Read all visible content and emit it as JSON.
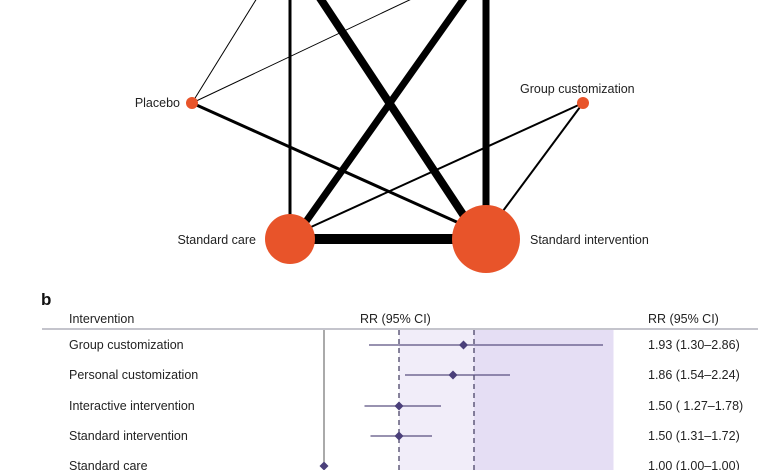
{
  "panel_b_label": "b",
  "colors": {
    "node": "#e8542a",
    "edge": "#000000",
    "marker": "#4a3f7a",
    "ci_line": "#5a5080",
    "shade_light": "#f1edf9",
    "shade_dark": "#e5def4",
    "axis": "#555555"
  },
  "chart_data": [
    {
      "type": "network",
      "title": "",
      "nodes": [
        {
          "id": "placebo",
          "label": "Placebo",
          "size": "small"
        },
        {
          "id": "group",
          "label": "Group customization",
          "size": "small"
        },
        {
          "id": "stdcare",
          "label": "Standard care",
          "size": "large"
        },
        {
          "id": "stdint",
          "label": "Standard intervention",
          "size": "largest"
        },
        {
          "id": "top_a",
          "label": "",
          "size": "offscreen"
        },
        {
          "id": "top_b",
          "label": "",
          "size": "offscreen"
        },
        {
          "id": "top_c",
          "label": "",
          "size": "offscreen"
        }
      ],
      "edges": [
        {
          "from": "stdcare",
          "to": "stdint",
          "weight": 10
        },
        {
          "from": "stdcare",
          "to": "top_a",
          "weight": 3
        },
        {
          "from": "stdcare",
          "to": "top_c",
          "weight": 7
        },
        {
          "from": "stdint",
          "to": "top_b",
          "weight": 7
        },
        {
          "from": "stdint",
          "to": "top_c",
          "weight": 8
        },
        {
          "from": "placebo",
          "to": "top_a",
          "weight": 1
        },
        {
          "from": "placebo",
          "to": "top_c_far",
          "weight": 1
        },
        {
          "from": "placebo",
          "to": "stdint",
          "weight": 3
        },
        {
          "from": "group",
          "to": "stdcare",
          "weight": 2
        },
        {
          "from": "group",
          "to": "stdint",
          "weight": 2
        }
      ]
    },
    {
      "type": "forest",
      "title": "",
      "header": {
        "intervention": "Intervention",
        "plot": "RR (95% CI)",
        "values": "RR (95% CI)"
      },
      "reference_line": 1.0,
      "dashed_lines": [
        1.5,
        2.0
      ],
      "shaded_regions": [
        {
          "from": 1.5,
          "to": 2.0,
          "tone": "light"
        },
        {
          "from": 2.0,
          "to": 2.93,
          "tone": "dark"
        }
      ],
      "rows": [
        {
          "label": "Group customization",
          "rr": 1.93,
          "lo": 1.3,
          "hi": 2.86,
          "text": "1.93 (1.30–2.86)"
        },
        {
          "label": "Personal customization",
          "rr": 1.86,
          "lo": 1.54,
          "hi": 2.24,
          "text": "1.86 (1.54–2.24)"
        },
        {
          "label": "Interactive intervention",
          "rr": 1.5,
          "lo": 1.27,
          "hi": 1.78,
          "text": "1.50 ( 1.27–1.78)"
        },
        {
          "label": "Standard intervention",
          "rr": 1.5,
          "lo": 1.31,
          "hi": 1.72,
          "text": "1.50 (1.31–1.72)"
        },
        {
          "label": "Standard care",
          "rr": 1.0,
          "lo": 1.0,
          "hi": 1.0,
          "text": "1.00 (1.00–1.00)"
        }
      ]
    }
  ]
}
